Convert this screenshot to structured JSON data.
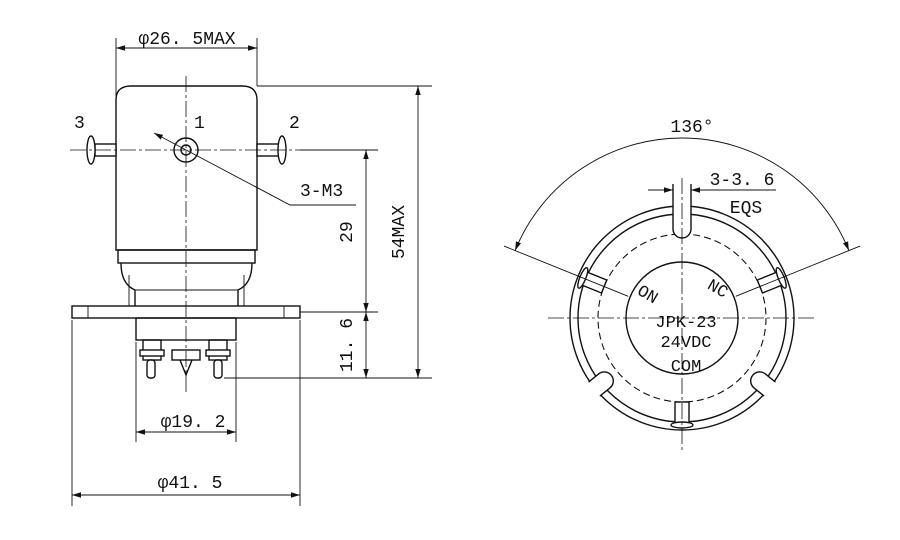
{
  "colors": {
    "ink": "#111111",
    "background": "#ffffff"
  },
  "side_view": {
    "dim_body_diameter": "φ26. 5MAX",
    "terminal_label_3": "3",
    "terminal_label_1": "1",
    "terminal_label_2": "2",
    "thread_callout": "3-M3",
    "dim_terminal_height": "29",
    "dim_total_height": "54MAX",
    "dim_pin_length": "11. 6",
    "dim_base_diameter": "φ19. 2",
    "dim_flange_diameter": "φ41. 5"
  },
  "bottom_view": {
    "angle": "136°",
    "slot_dim": "3-3. 6",
    "slot_note": "EQS",
    "label_no": "NO",
    "label_nc": "NC",
    "model": "JPK-23",
    "voltage": "24VDC",
    "label_com": "COM"
  }
}
